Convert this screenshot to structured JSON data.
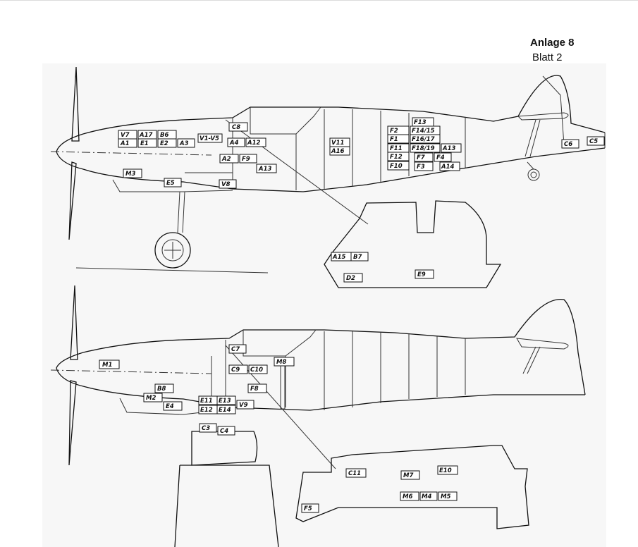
{
  "header": {
    "title": "Anlage 8",
    "subtitle": "Blatt 2"
  },
  "top_view": {
    "labels": {
      "v7": "V7",
      "a17": "A17",
      "b6": "B6",
      "a1": "A1",
      "e1": "E1",
      "e2": "E2",
      "a3": "A3",
      "v1v5": "V1-V5",
      "c8": "C8",
      "a4": "A4",
      "a12": "A12",
      "a2": "A2",
      "f9": "F9",
      "a13a": "A13",
      "m3": "M3",
      "e5": "E5",
      "v8": "V8",
      "v11": "V11",
      "a16": "A16",
      "f13": "F13",
      "f14f15": "F14/15",
      "f2": "F2",
      "f16f17": "F16/17",
      "f1": "F1",
      "f11": "F11",
      "f18f19": "F18/19",
      "a13b": "A13",
      "f12": "F12",
      "f7": "F7",
      "f4": "F4",
      "f10": "F10",
      "f3": "F3",
      "a14": "A14",
      "c6": "C6",
      "c5": "C5",
      "a15": "A15",
      "b7": "B7",
      "d2": "D2",
      "e9": "E9"
    }
  },
  "bottom_view": {
    "labels": {
      "m1": "M1",
      "c7": "C7",
      "m8": "M8",
      "c9": "C9",
      "c10": "C10",
      "f8": "F8",
      "b8": "B8",
      "m2": "M2",
      "e4": "E4",
      "e11": "E11",
      "e13": "E13",
      "v9": "V9",
      "e12": "E12",
      "e14": "E14",
      "c3": "C3",
      "c4": "C4",
      "c11": "C11",
      "m7": "M7",
      "e10": "E10",
      "m6": "M6",
      "m4": "M4",
      "m5": "M5",
      "f5": "F5"
    }
  }
}
